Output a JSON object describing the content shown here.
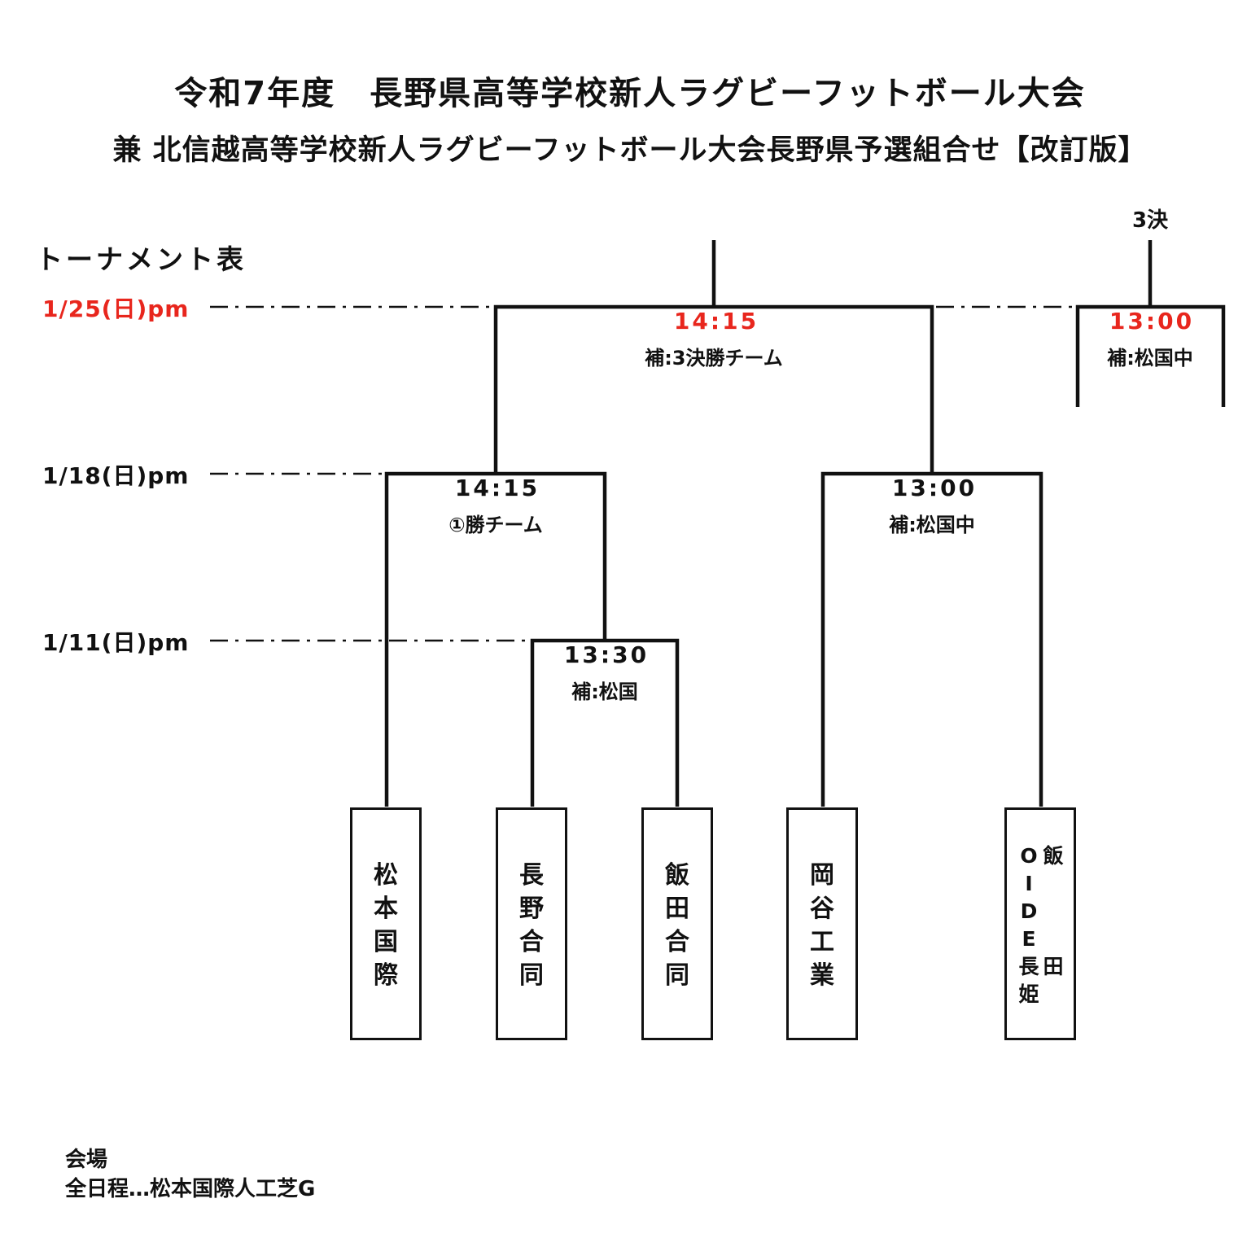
{
  "header": {
    "title": "令和7年度　長野県高等学校新人ラグビーフットボール大会",
    "subtitle": "兼 北信越高等学校新人ラグビーフットボール大会長野県予選組合せ【改訂版】"
  },
  "heading": "トーナメント表",
  "dates": {
    "final": "1/25(日)pm",
    "semi": "1/18(日)pm",
    "first": "1/11(日)pm"
  },
  "third_place_label": "3決",
  "matches": {
    "final": {
      "time": "14:15",
      "referee": "補:3決勝チーム"
    },
    "third_place": {
      "time": "13:00",
      "referee": "補:松国中"
    },
    "semi_left": {
      "time": "14:15",
      "referee": "①勝チーム"
    },
    "semi_right": {
      "time": "13:00",
      "referee": "補:松国中"
    },
    "round1": {
      "time": "13:30",
      "referee": "補:松国"
    }
  },
  "teams": [
    [
      "松",
      "本",
      "国",
      "際"
    ],
    [
      "長",
      "野",
      "合",
      "同"
    ],
    [
      "飯",
      "田",
      "合",
      "同"
    ],
    [
      "岡",
      "谷",
      "工",
      "業"
    ]
  ],
  "team_combined": {
    "left_column": [
      "O",
      "I",
      "D",
      "E",
      "長",
      "姫"
    ],
    "right_column": [
      "飯",
      "田"
    ]
  },
  "footer": {
    "venue_label": "会場",
    "venue_detail": "全日程…松本国際人工芝G"
  },
  "colors": {
    "highlight": "#e8261d",
    "line": "#111111"
  }
}
